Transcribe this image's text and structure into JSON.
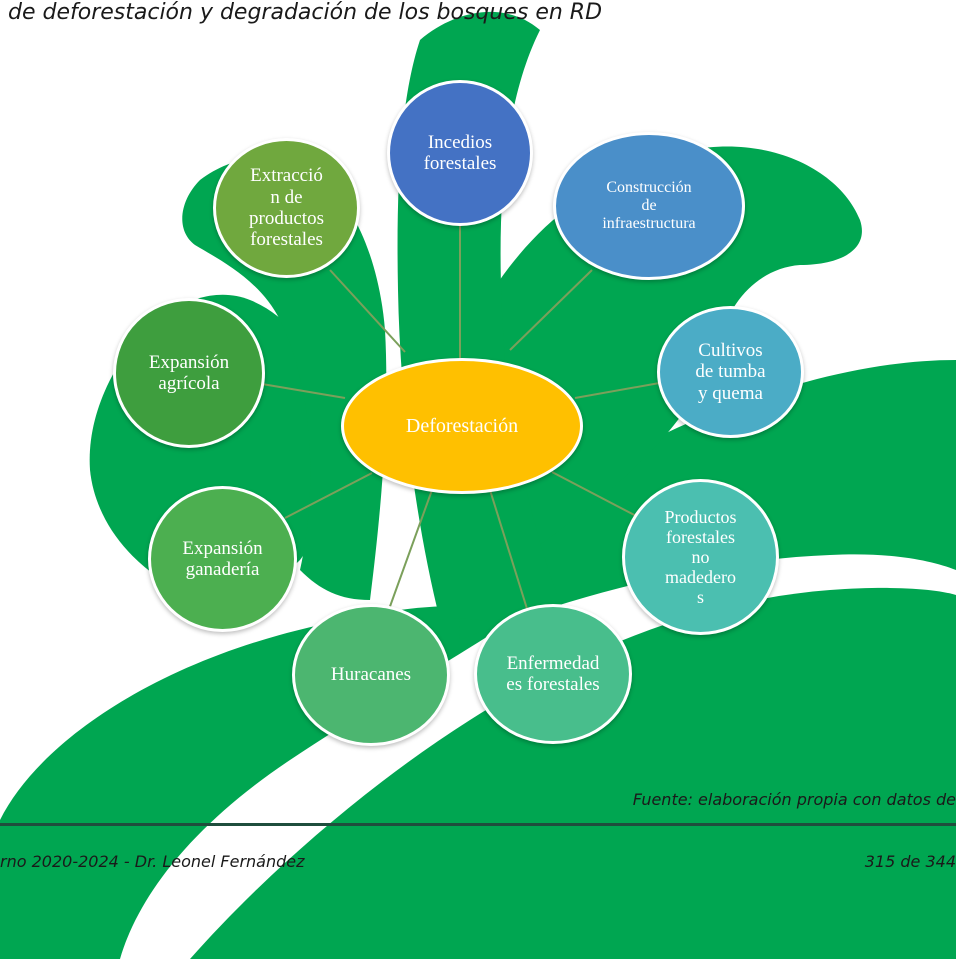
{
  "heading": "de deforestación y degradación de los bosques en RD",
  "diagram": {
    "center": {
      "label": "Deforestación",
      "color": "#FFC000"
    },
    "nodes": [
      {
        "id": "incendios",
        "label": "Incedios\nforestales",
        "color": "#4472C4"
      },
      {
        "id": "construccion",
        "label": "Construcción\nde\ninfraestructura",
        "color": "#4A8FC9"
      },
      {
        "id": "cultivos",
        "label": "Cultivos\nde tumba\ny quema",
        "color": "#4BACC6"
      },
      {
        "id": "productos-no-madereros",
        "label": "Productos\nforestales\nno\nmadedero\ns",
        "color": "#4BBFB0"
      },
      {
        "id": "enfermedades",
        "label": "Enfermedad\nes forestales",
        "color": "#48BE8C"
      },
      {
        "id": "huracanes",
        "label": "Huracanes",
        "color": "#4CB670"
      },
      {
        "id": "ganaderia",
        "label": "Expansión\nganadería",
        "color": "#4CAF50"
      },
      {
        "id": "agricola",
        "label": "Expansión\nagrícola",
        "color": "#3E9E3E"
      },
      {
        "id": "extraccion",
        "label": "Extracció\nn de\nproductos\nforestales",
        "color": "#70A83E"
      }
    ],
    "connector_color": "#7BA05B"
  },
  "source_note": "Fuente: elaboración propia con datos de",
  "footer": {
    "left": "rno 2020-2024 - Dr. Leonel Fernández",
    "right": "315 de 344"
  },
  "background": {
    "green": "#00A651",
    "rule": "#1F4E3D"
  }
}
